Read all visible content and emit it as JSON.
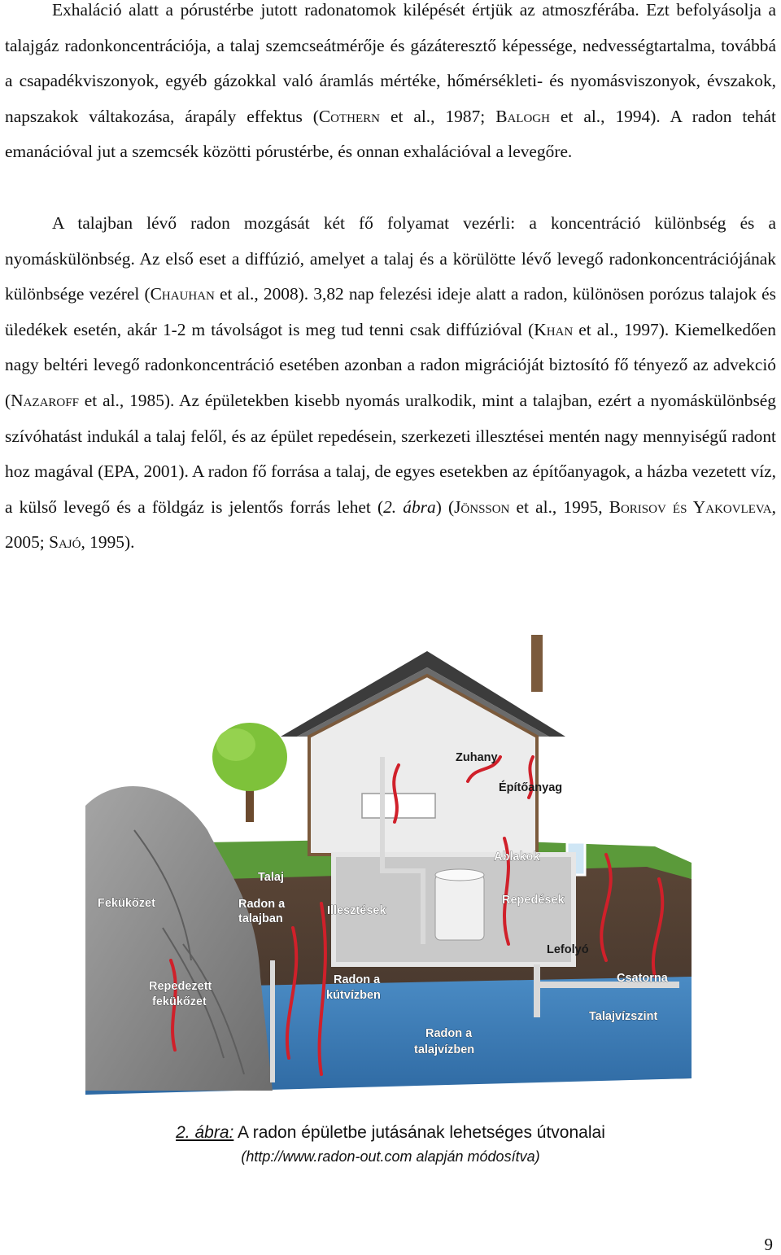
{
  "paragraphs": {
    "p1": {
      "s1": "Exhaláció alatt a pórustérbe jutott radonatomok kilépését értjük az atmoszférába. Ezt befolyásolja a talajgáz radonkoncentrációja, a talaj szemcseátmérője és gázáteresztő képessége, nedvességtartalma, továbbá a csapadékviszonyok, egyéb gázokkal való áramlás mértéke, hőmérsékleti- és nyomásviszonyok, évszakok, napszakok váltakozása, árapály effektus (",
      "c1": "Cothern",
      "s2": " et al., 1987; ",
      "c2": "Balogh",
      "s3": " et al., 1994).  A radon tehát emanációval jut a szemcsék közötti pórustérbe, és onnan exhalációval a levegőre."
    },
    "p2": {
      "s1": "A talajban lévő radon mozgását két fő folyamat vezérli: a koncentráció különbség és a nyomáskülönbség.  Az első eset a diffúzió, amelyet a talaj és a körülötte lévő levegő radonkoncentrációjának különbsége vezérel (",
      "c1": "Chauhan",
      "s2": " et al., 2008).  3,82 nap felezési ideje alatt a radon, különösen porózus talajok és üledékek esetén, akár 1-2 m távolságot is meg tud tenni csak diffúzióval (",
      "c2": "Khan",
      "s3": " et al., 1997).  Kiemelkedően nagy beltéri levegő radonkoncentráció esetében azonban a radon migrációját biztosító fő tényező az advekció (",
      "c3": "Nazaroff",
      "s4": " et al., 1985).  Az épületekben kisebb nyomás uralkodik, mint a talajban, ezért a nyomáskülönbség szívóhatást indukál a talaj felől, és az épület repedésein, szerkezeti illesztései mentén nagy mennyiségű radont hoz magával (EPA, 2001).  A radon fő forrása a talaj, de egyes esetekben az építőanyagok, a házba vezetett víz, a külső levegő és a földgáz is jelentős forrás lehet (",
      "figref": "2. ábra",
      "s5": ") (",
      "c4": "Jönsson",
      "s6": " et al., 1995, ",
      "c5": "Borisov és Yakovleva",
      "s7": ", 2005; ",
      "c6": "Sajó",
      "s8": ", 1995)."
    }
  },
  "figure": {
    "labels": {
      "zuhany": "Zuhany",
      "epitoanyag": "Építőanyag",
      "ablakok": "Ablakok",
      "talaj": "Talaj",
      "radon_talajban_1": "Radon a",
      "radon_talajban_2": "talajban",
      "fekukozet": "Fekükőzet",
      "illesztesek": "Illesztések",
      "repedesek": "Repedések",
      "lefolyo": "Lefolyó",
      "csatorna": "Csatorna",
      "repedezett_1": "Repedezett",
      "repedezett_2": "fekükőzet",
      "radon_kutviz_1": "Radon a",
      "radon_kutviz_2": "kútvízben",
      "talajvizszint": "Talajvízszint",
      "radon_talajviz_1": "Radon a",
      "radon_talajviz_2": "talajvízben"
    },
    "colors": {
      "sky": "#ffffff",
      "grass": "#5b9a3a",
      "soil": "#4a3a30",
      "groundwater": "#3f7fb8",
      "rock": "#8a8a8a",
      "house_wall": "#e8e8e8",
      "roof": "#5a5a5a",
      "radon": "#d0202a"
    }
  },
  "caption": {
    "fignum": "2. ábra:",
    "title": " A radon épületbe jutásának lehetséges útvonalai",
    "source": "(http://www.radon-out.com alapján módosítva)"
  },
  "page_number": "9"
}
